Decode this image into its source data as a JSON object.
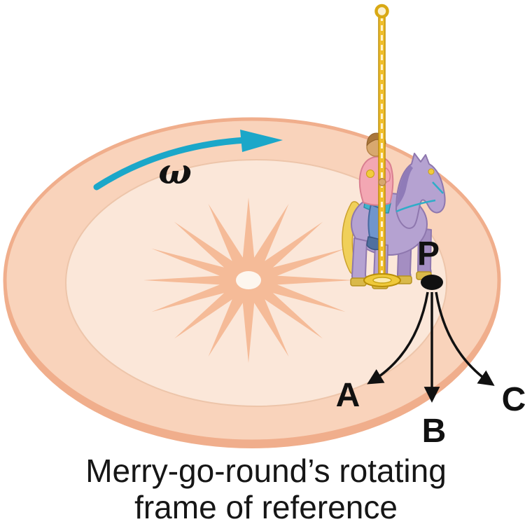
{
  "figure": {
    "caption": {
      "line1": "Merry-go-round’s rotating",
      "line2": "frame of reference"
    },
    "labels": {
      "omega": "ω",
      "point": "P",
      "path_a": "A",
      "path_b": "B",
      "path_c": "C"
    },
    "icons": {
      "rotation_arrow": "curved-cyan-arrow-clockwise",
      "carousel_horse": "purple-carousel-horse-with-rider",
      "carousel_pole": "gold-twisted-pole",
      "point_marker": "black-dot"
    },
    "colors": {
      "disk_surface": "#F9D3BB",
      "disk_rim": "#F0AE8C",
      "inner_platform": "#FBE7D9",
      "inner_platform_edge": "#EDC5AA",
      "starburst": "#F5BB98",
      "rotation_arrow": "#1BA7C9",
      "pole_gold": "#EFBE2C",
      "horse_body": "#B5A2D1",
      "arrow_black": "#111111"
    }
  }
}
